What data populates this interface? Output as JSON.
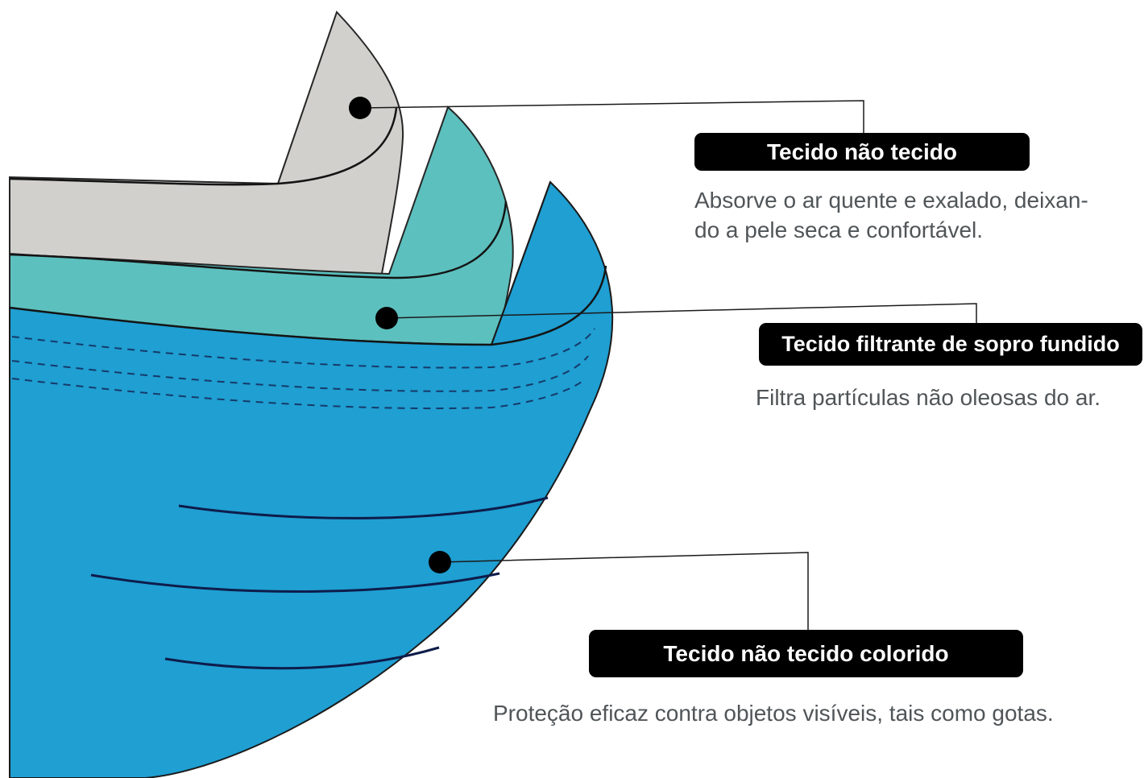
{
  "layers": [
    {
      "name": "Tecido não tecido",
      "description_lines": [
        "Absorve o ar quente e exalado, deixan-",
        "do a pele seca e confortável."
      ],
      "color": "#d2d0cd"
    },
    {
      "name": "Tecido filtrante de sopro fundido",
      "description_lines": [
        "Filtra partículas não oleosas do ar."
      ],
      "color": "#5cc0be"
    },
    {
      "name": "Tecido não tecido colorido",
      "description_lines": [
        "Proteção eficaz contra objetos visíveis, tais como gotas."
      ],
      "color": "#1f9fd2"
    }
  ],
  "colors": {
    "label_background": "#000000",
    "label_text": "#ffffff",
    "description_text": "#505558",
    "outline": "#141414",
    "fold_lines": "#0e1c4a"
  }
}
